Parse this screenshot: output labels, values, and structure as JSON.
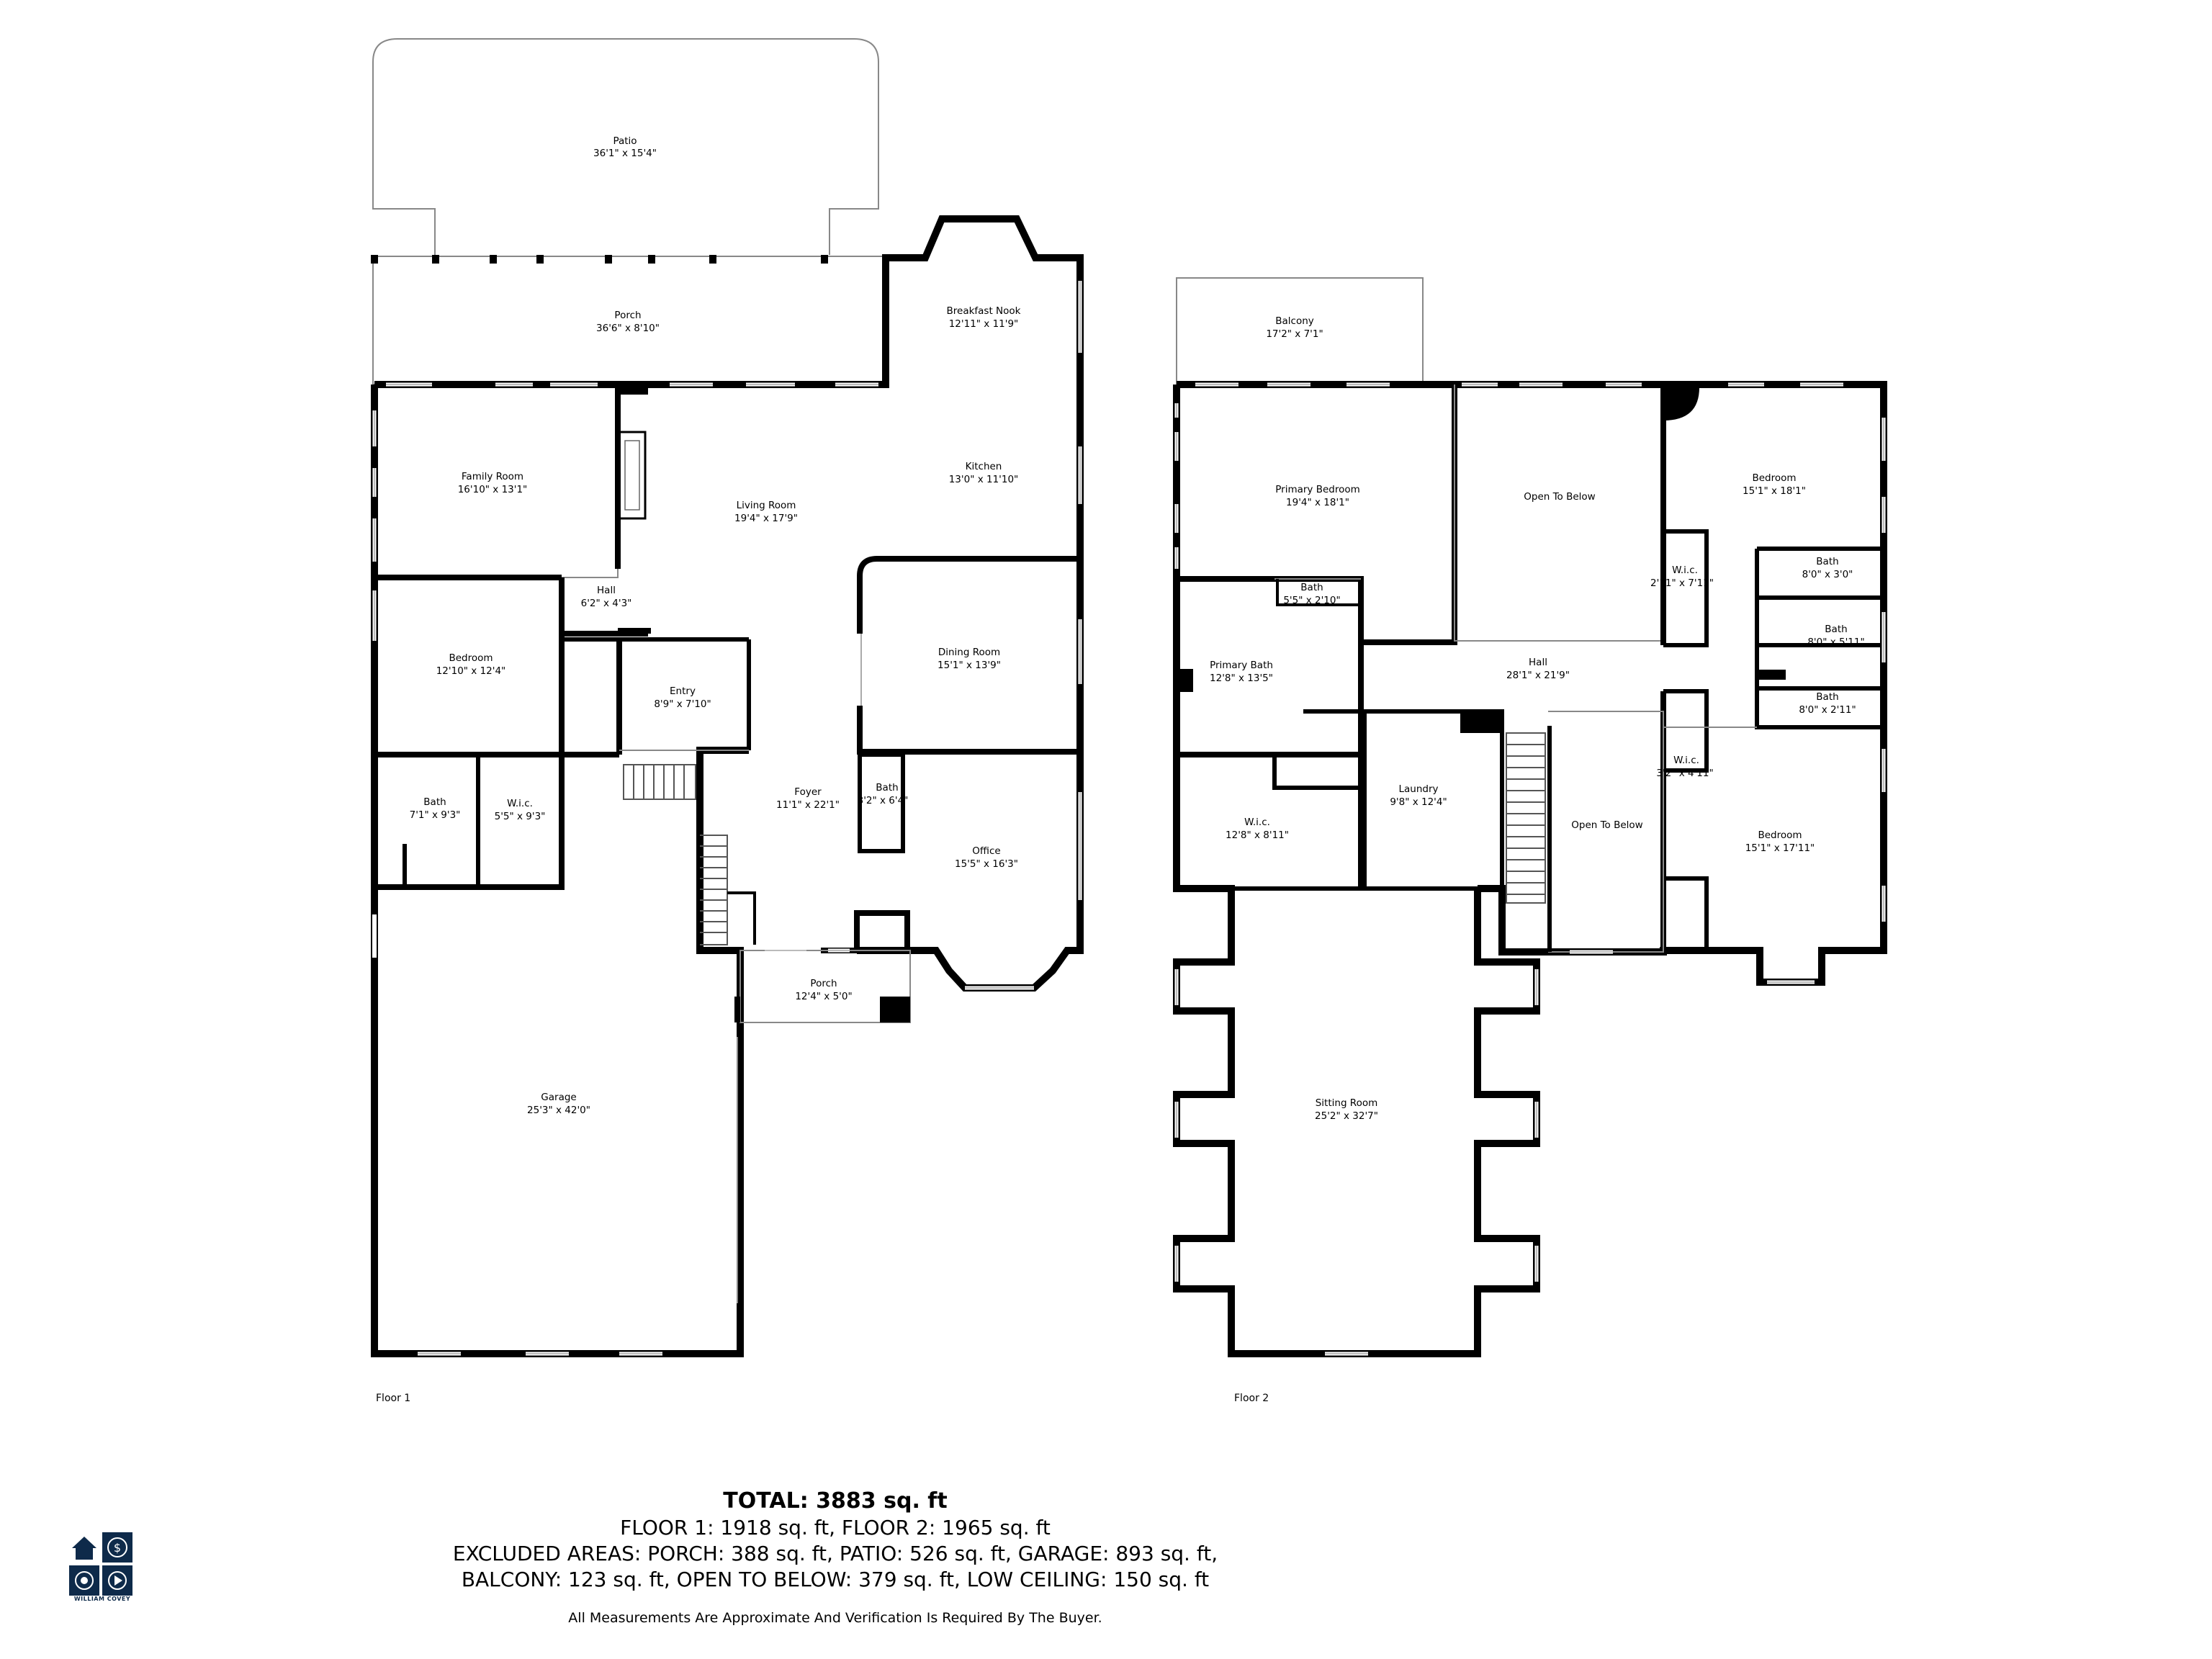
{
  "floors": [
    {
      "id": "floor1",
      "label": "Floor 1"
    },
    {
      "id": "floor2",
      "label": "Floor 2"
    }
  ],
  "rooms": [
    {
      "id": "patio",
      "name": "Patio",
      "dim": "36'1\" x 15'4\""
    },
    {
      "id": "porch_back",
      "name": "Porch",
      "dim": "36'6\" x 8'10\""
    },
    {
      "id": "breakfast_nook",
      "name": "Breakfast Nook",
      "dim": "12'11\" x 11'9\""
    },
    {
      "id": "family_room",
      "name": "Family Room",
      "dim": "16'10\" x 13'1\""
    },
    {
      "id": "living_room",
      "name": "Living Room",
      "dim": "19'4\" x 17'9\""
    },
    {
      "id": "kitchen",
      "name": "Kitchen",
      "dim": "13'0\" x 11'10\""
    },
    {
      "id": "hall1",
      "name": "Hall",
      "dim": "6'2\" x 4'3\""
    },
    {
      "id": "bedroom1",
      "name": "Bedroom",
      "dim": "12'10\" x 12'4\""
    },
    {
      "id": "entry",
      "name": "Entry",
      "dim": "8'9\" x 7'10\""
    },
    {
      "id": "dining_room",
      "name": "Dining Room",
      "dim": "15'1\" x 13'9\""
    },
    {
      "id": "bath1",
      "name": "Bath",
      "dim": "7'1\" x 9'3\""
    },
    {
      "id": "wic1",
      "name": "W.i.c.",
      "dim": "5'5\" x 9'3\""
    },
    {
      "id": "foyer",
      "name": "Foyer",
      "dim": "11'1\" x 22'1\""
    },
    {
      "id": "bath2",
      "name": "Bath",
      "dim": "3'2\" x 6'4\""
    },
    {
      "id": "office",
      "name": "Office",
      "dim": "15'5\" x 16'3\""
    },
    {
      "id": "porch_front",
      "name": "Porch",
      "dim": "12'4\" x 5'0\""
    },
    {
      "id": "garage",
      "name": "Garage",
      "dim": "25'3\" x 42'0\""
    },
    {
      "id": "balcony",
      "name": "Balcony",
      "dim": "17'2\" x 7'1\""
    },
    {
      "id": "primary_bedroom",
      "name": "Primary Bedroom",
      "dim": "19'4\" x 18'1\""
    },
    {
      "id": "open_below1",
      "name": "Open To Below",
      "dim": ""
    },
    {
      "id": "bedroom2",
      "name": "Bedroom",
      "dim": "15'1\" x 18'1\""
    },
    {
      "id": "wic2",
      "name": "W.i.c.",
      "dim": "2'11\" x 7'11\""
    },
    {
      "id": "bath3",
      "name": "Bath",
      "dim": "8'0\" x 3'0\""
    },
    {
      "id": "bath4",
      "name": "Bath",
      "dim": "5'5\" x 2'10\""
    },
    {
      "id": "bath5",
      "name": "Bath",
      "dim": "8'0\" x 5'11\""
    },
    {
      "id": "primary_bath",
      "name": "Primary Bath",
      "dim": "12'8\" x 13'5\""
    },
    {
      "id": "hall2",
      "name": "Hall",
      "dim": "28'1\" x 21'9\""
    },
    {
      "id": "bath6",
      "name": "Bath",
      "dim": "8'0\" x 2'11\""
    },
    {
      "id": "wic3",
      "name": "W.i.c.",
      "dim": "3'2\" x 4'11\""
    },
    {
      "id": "laundry",
      "name": "Laundry",
      "dim": "9'8\" x 12'4\""
    },
    {
      "id": "open_below2",
      "name": "Open To Below",
      "dim": ""
    },
    {
      "id": "wic4",
      "name": "W.i.c.",
      "dim": "12'8\" x 8'11\""
    },
    {
      "id": "bedroom3",
      "name": "Bedroom",
      "dim": "15'1\" x 17'11\""
    },
    {
      "id": "sitting_room",
      "name": "Sitting Room",
      "dim": "25'2\" x 32'7\""
    }
  ],
  "summary": {
    "total": "TOTAL: 3883 sq. ft",
    "floors": "FLOOR 1: 1918 sq. ft, FLOOR 2: 1965 sq. ft",
    "excluded_1": "EXCLUDED AREAS: PORCH: 388 sq. ft, PATIO: 526 sq. ft, GARAGE: 893 sq. ft,",
    "excluded_2": "BALCONY: 123 sq. ft, OPEN TO BELOW: 379 sq. ft, LOW CEILING: 150 sq. ft",
    "disclaimer": "All Measurements Are Approximate And Verification Is Required By The Buyer."
  },
  "logo": {
    "caption": "WILLIAM COVEY",
    "icons": [
      "house-icon",
      "dollar-icon",
      "target-icon",
      "play-icon"
    ],
    "color": "#0e2a4a"
  },
  "colors": {
    "wall": "#000000",
    "thin_wall": "#999999",
    "window": "#bbbbbb"
  }
}
